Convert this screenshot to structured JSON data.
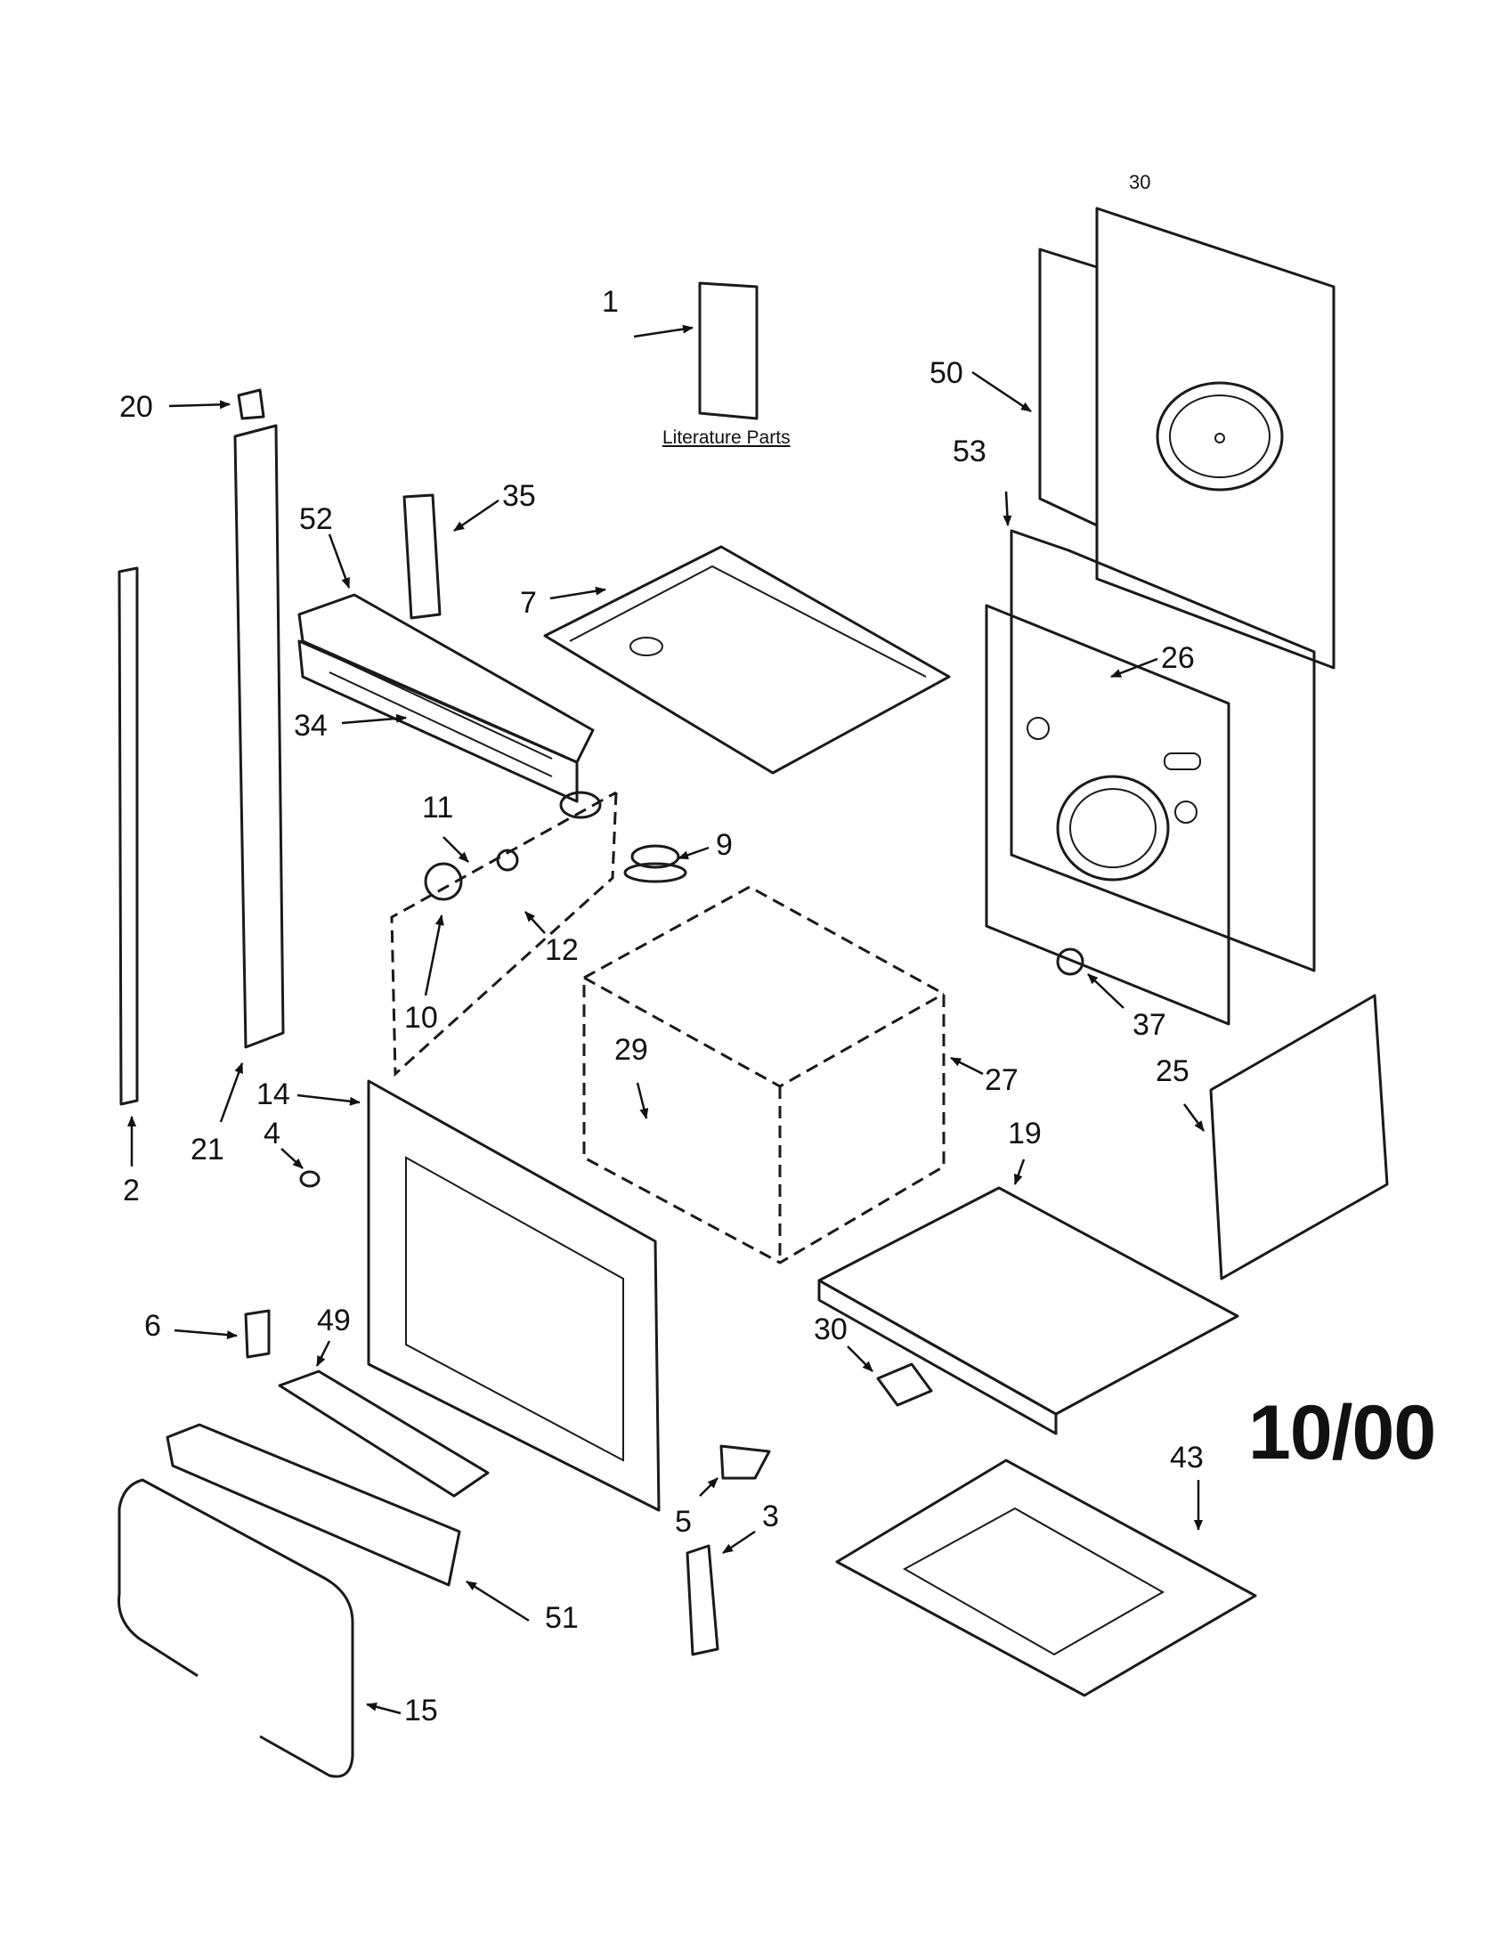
{
  "page_number": "30",
  "literature_label": "Literature Parts",
  "date_code": "10/00",
  "labels": {
    "p1": "1",
    "p2": "2",
    "p3": "3",
    "p4": "4",
    "p5": "5",
    "p6": "6",
    "p7": "7",
    "p9": "9",
    "p10": "10",
    "p11": "11",
    "p12": "12",
    "p14": "14",
    "p15": "15",
    "p19": "19",
    "p20": "20",
    "p21": "21",
    "p25": "25",
    "p26": "26",
    "p27": "27",
    "p29": "29",
    "p30": "30",
    "p34": "34",
    "p35": "35",
    "p37": "37",
    "p43": "43",
    "p49": "49",
    "p50": "50",
    "p51": "51",
    "p52": "52",
    "p53": "53"
  }
}
